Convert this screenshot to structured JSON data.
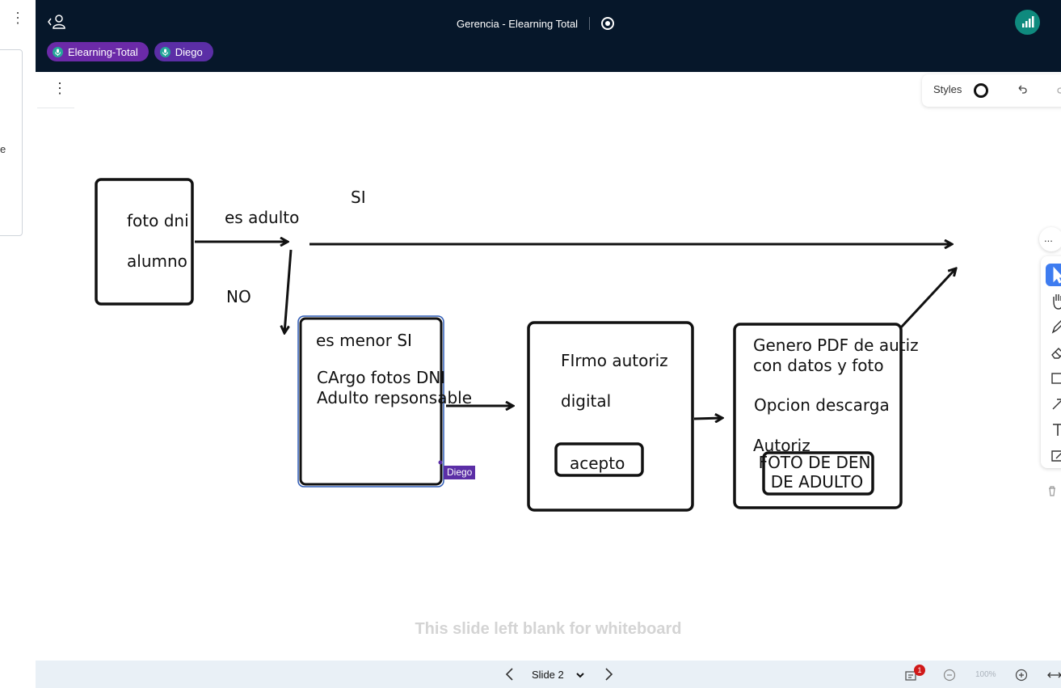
{
  "left_panel": {
    "partial_text": "e"
  },
  "header": {
    "title": "Gerencia - Elearning Total",
    "talkers": [
      {
        "name": "Elearning-Total",
        "color": "#6b2aa8"
      },
      {
        "name": "Diego",
        "color": "#5b2ea6"
      }
    ]
  },
  "whiteboard": {
    "styles_label": "Styles",
    "texts": {
      "box1_line1": "foto dni",
      "box1_line2": "alumno",
      "es_adulto": "es adulto",
      "si": "SI",
      "no": "NO",
      "box2_line1": "es menor SI",
      "box2_line2": "CArgo fotos DNI",
      "box2_line3": "Adulto repsonsable",
      "box3_line1": "FIrmo autoriz",
      "box3_line2": "digital",
      "acepto": "acepto",
      "box4_line1": "Genero PDF de autiz",
      "box4_line2": "con datos y foto",
      "box4_line3": "Opcion descarga",
      "box4_line4": "Autoriz",
      "foto_adulto_line1": "FOTO DE DENI",
      "foto_adulto_line2": "DE ADULTO"
    },
    "cursor_label": "Diego",
    "blank_notice": "This slide left blank for whiteboard",
    "more_label": "..."
  },
  "tools": [
    "select-icon",
    "pan-icon",
    "pencil-icon",
    "eraser-icon",
    "rectangle-icon",
    "arrow-icon",
    "text-icon",
    "note-icon"
  ],
  "bottombar": {
    "slide_label": "Slide 2",
    "notes_badge": "1",
    "zoom": "100%"
  },
  "colors": {
    "topbar": "#06172a",
    "connection": "#0f8a7e",
    "selected_tool": "#3e7cf0",
    "cursor": "#5b2ea6"
  }
}
